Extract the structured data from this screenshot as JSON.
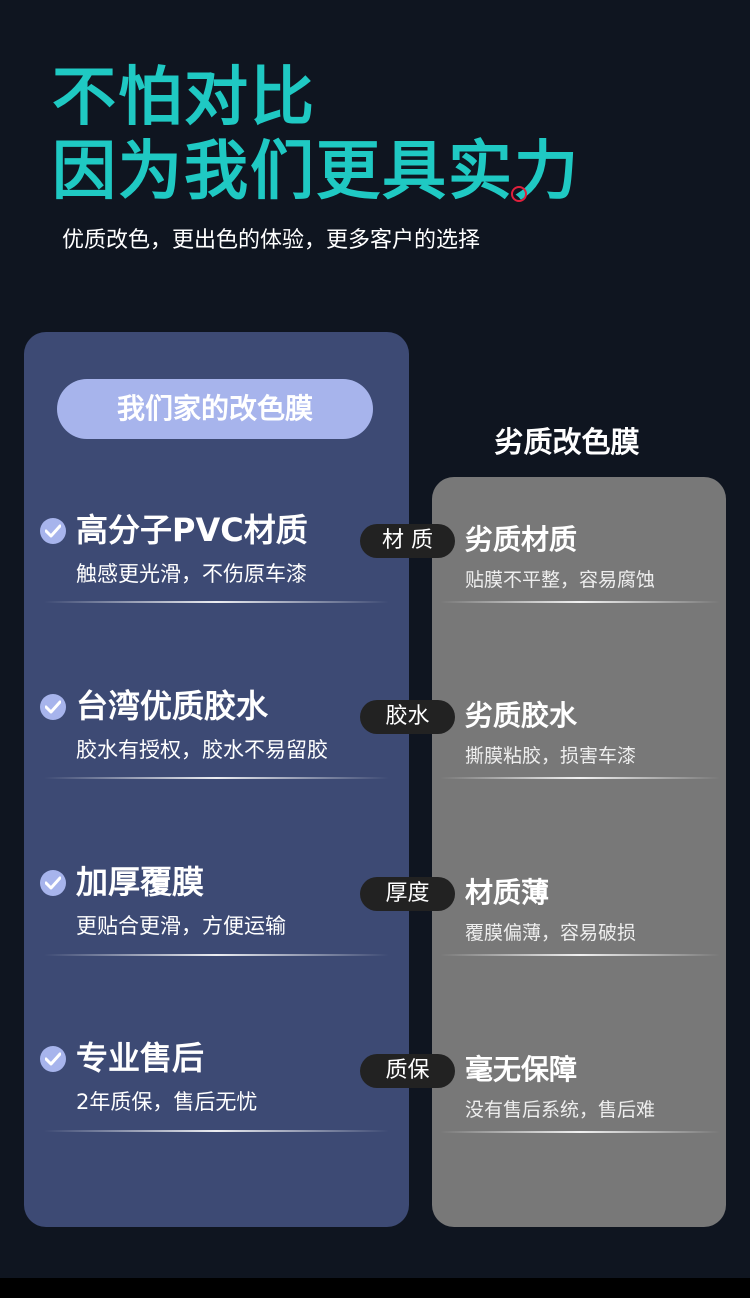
{
  "header": {
    "headline_line1": "不怕对比",
    "headline_line2": "因为我们更具实力",
    "tagline": "优质改色，更出色的体验，更多客户的选择"
  },
  "good": {
    "label": "我们家的改色膜",
    "items": [
      {
        "title": "高分子PVC材质",
        "desc": "触感更光滑，不伤原车漆"
      },
      {
        "title": "台湾优质胶水",
        "desc": "胶水有授权，胶水不易留胶"
      },
      {
        "title": "加厚覆膜",
        "desc": "更贴合更滑，方便运输"
      },
      {
        "title": "专业售后",
        "desc": "2年质保，售后无忧"
      }
    ]
  },
  "bad": {
    "label": "劣质改色膜",
    "items": [
      {
        "title": "劣质材质",
        "desc": "贴膜不平整，容易腐蚀"
      },
      {
        "title": "劣质胶水",
        "desc": "撕膜粘胶，损害车漆"
      },
      {
        "title": "材质薄",
        "desc": "覆膜偏薄，容易破损"
      },
      {
        "title": "毫无保障",
        "desc": "没有售后系统，售后难"
      }
    ]
  },
  "categories": [
    "材 质",
    "胶水",
    "厚度",
    "质保"
  ],
  "colors": {
    "background": "#0f1520",
    "accent": "#1fc9c3",
    "good_card": "#3d4a74",
    "good_pill": "#a7b4ec",
    "bad_card": "#787878",
    "category_pill": "#222222"
  }
}
